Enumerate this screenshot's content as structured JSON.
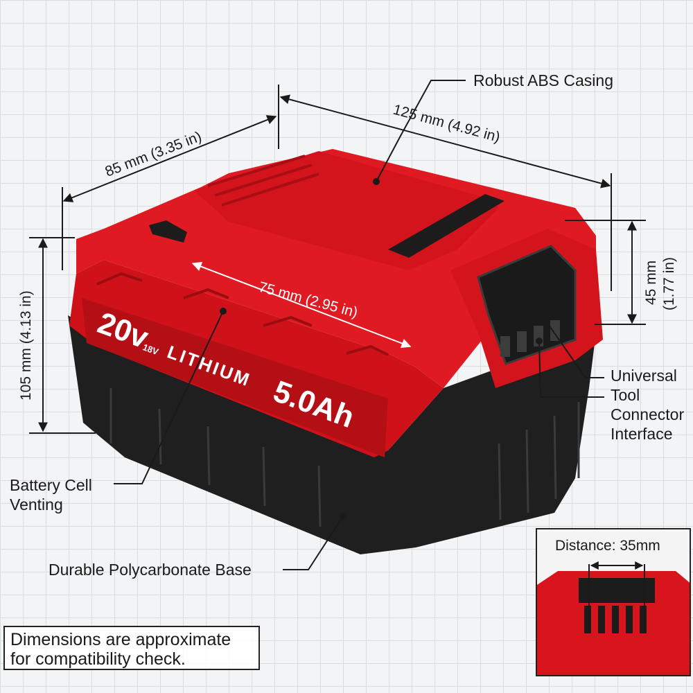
{
  "callouts": {
    "casing": "Robust ABS Casing",
    "connector": "Universal\nTool\nConnector\nInterface",
    "venting": "Battery Cell\nVenting",
    "base": "Durable Polycarbonate Base"
  },
  "dimensions": {
    "length": "125 mm (4.92 in)",
    "width": "85 mm (3.35 in)",
    "height": "105 mm (4.13 in)",
    "top_width": "75 mm (2.95 in)",
    "connector_height_mm": "45 mm",
    "connector_height_in": "(1.77 in)"
  },
  "battery": {
    "voltage": "20v",
    "alt_voltage": "18V",
    "chemistry": "LITHIUM",
    "capacity": "5.0Ah"
  },
  "note": "Dimensions are approximate\nfor compatibility check.",
  "inset": {
    "distance_label": "Distance: 35mm"
  },
  "colors": {
    "casing_red": "#d8141c",
    "base_black": "#1e1e1e",
    "line": "#1a1a1a"
  }
}
